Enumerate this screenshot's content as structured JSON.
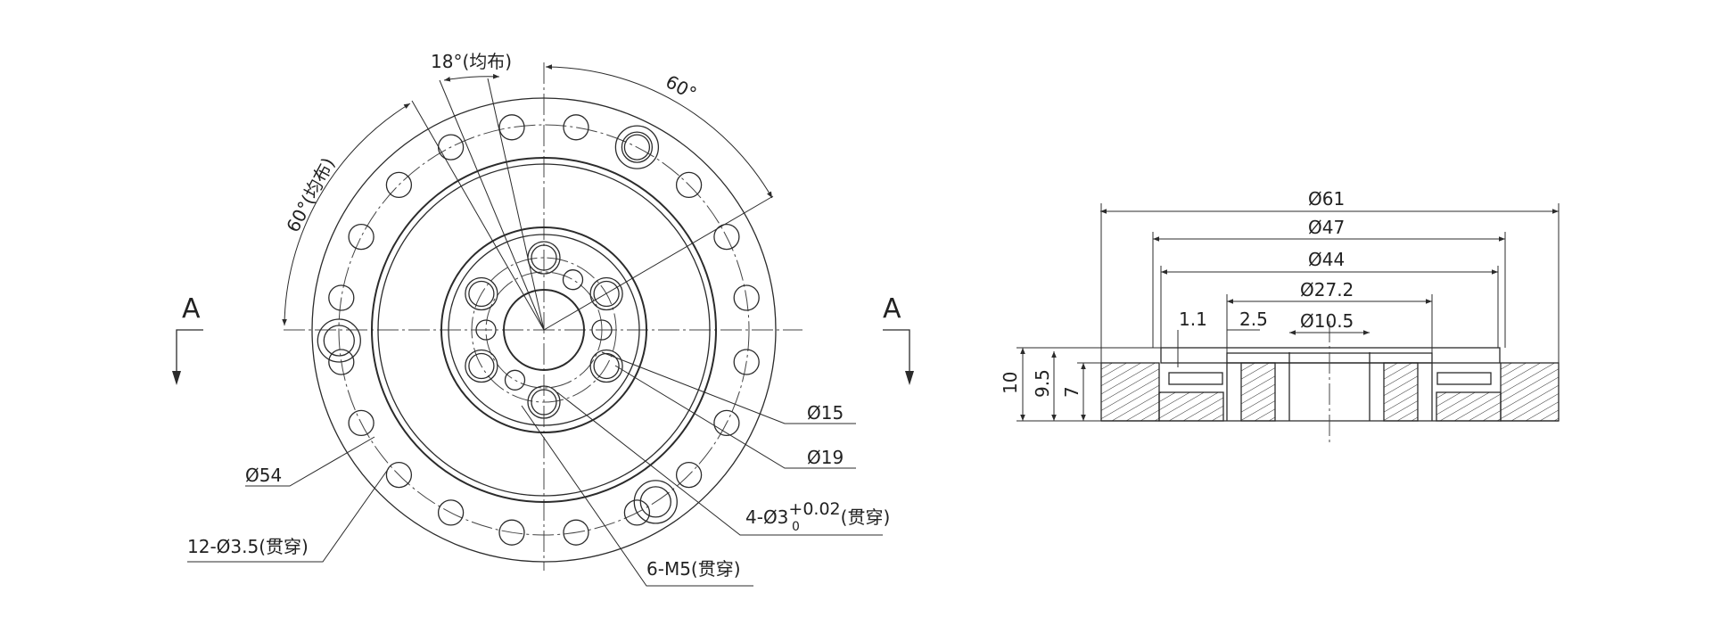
{
  "front_view": {
    "section_mark": "A",
    "angle_hole_spacing": "18°(均布)",
    "angle_60": "60°",
    "angle_60_even": "60°(均布)",
    "dia_54": "Ø54",
    "holes_12": "12-Ø3.5(贯穿)",
    "dia_15": "Ø15",
    "dia_19": "Ø19",
    "holes_4_prefix": "4-Ø3",
    "holes_4_tol_upper": "+0.02",
    "holes_4_tol_lower": "0",
    "holes_4_suffix": "(贯穿)",
    "holes_6": "6-M5(贯穿)"
  },
  "section_view": {
    "dia_61": "Ø61",
    "dia_47": "Ø47",
    "dia_44": "Ø44",
    "dia_27_2": "Ø27.2",
    "dia_10_5": "Ø10.5",
    "dim_1_1": "1.1",
    "dim_2_5": "2.5",
    "height_10": "10",
    "height_9_5": "9.5",
    "height_7": "7"
  }
}
